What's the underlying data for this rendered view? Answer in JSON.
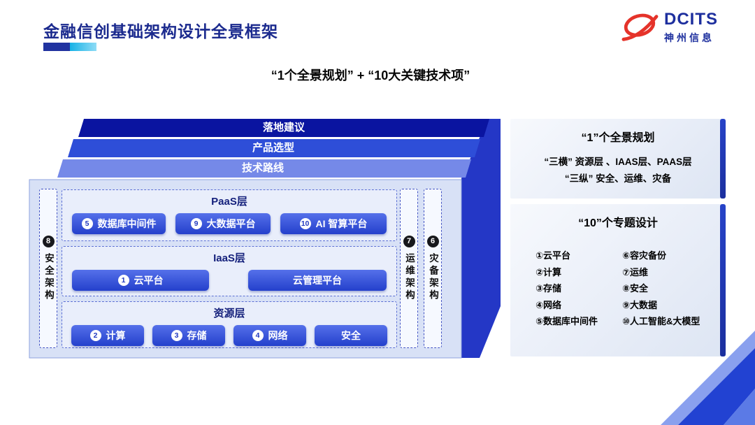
{
  "header": {
    "title": "金融信创基础架构设计全景框架",
    "subtitle": "“1个全景规划” + “10大关键技术项”",
    "logo": {
      "brand": "DCITS",
      "company": "神州信息"
    }
  },
  "stack": {
    "layers": [
      {
        "label": "落地建议"
      },
      {
        "label": "产品选型"
      },
      {
        "label": "技术路线"
      }
    ],
    "left_strip": {
      "num": "8",
      "label": "安全架构"
    },
    "right_strips": [
      {
        "num": "7",
        "label": "运维架构"
      },
      {
        "num": "6",
        "label": "灾备架构"
      }
    ],
    "sections": [
      {
        "title": "PaaS层",
        "buttons": [
          {
            "num": "5",
            "label": "数据库中间件"
          },
          {
            "num": "9",
            "label": "大数据平台"
          },
          {
            "num": "10",
            "label": "AI 智算平台"
          }
        ]
      },
      {
        "title": "IaaS层",
        "buttons": [
          {
            "num": "1",
            "label": "云平台"
          },
          {
            "label": "云管理平台"
          }
        ]
      },
      {
        "title": "资源层",
        "buttons": [
          {
            "num": "2",
            "label": "计算"
          },
          {
            "num": "3",
            "label": "存储"
          },
          {
            "num": "4",
            "label": "网络"
          },
          {
            "label": "安全"
          }
        ]
      }
    ]
  },
  "panels": [
    {
      "title": "“1”个全景规划",
      "lines": [
        "“三横” 资源层 、IAAS层、PAAS层",
        "“三纵” 安全、运维、灾备"
      ]
    },
    {
      "title": "“10”个专题设计",
      "columns": [
        [
          "①云平台",
          "②计算",
          "③存储",
          "④网络",
          "⑤数据库中间件"
        ],
        [
          "⑥容灾备份",
          "⑦运维",
          "⑧安全",
          "⑨大数据",
          "⑩人工智能&大模型"
        ]
      ]
    }
  ],
  "colors": {
    "layer_dark": "#0a14a0",
    "layer_mid": "#2e4ed8",
    "layer_light": "#7589e8",
    "side_face": "#2437c6",
    "panel_fill": "#d8e1f6",
    "brand_red": "#e5332a",
    "brand_blue": "#1d2f9e",
    "accent_cyan": "#17b2e6"
  }
}
